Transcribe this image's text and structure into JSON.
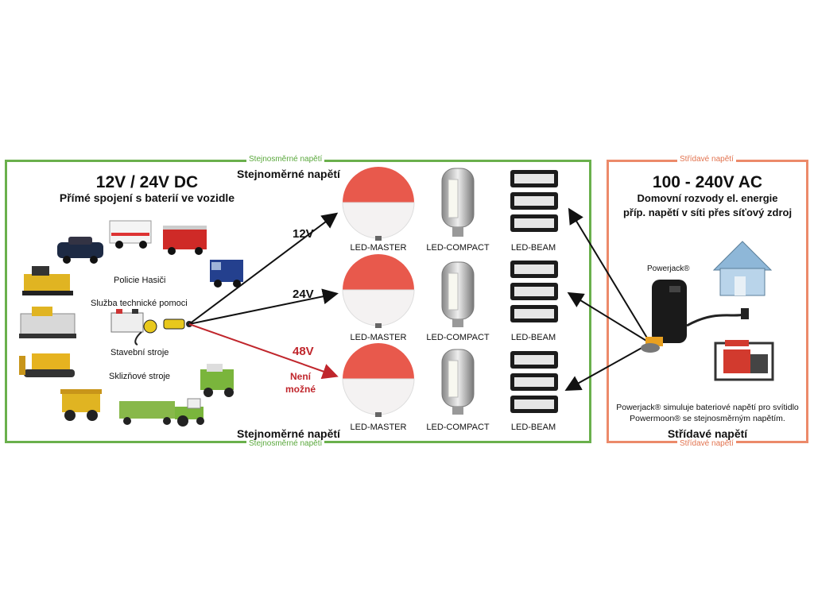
{
  "dc": {
    "frame_label_top": "Stejnosměrné napětí",
    "frame_label_bottom": "Stejnosměrné napětí",
    "title": "12V / 24V DC",
    "subtitle": "Přímé spojení s baterií ve vozidle",
    "heading_top": "Stejnoměrné napětí",
    "heading_bottom": "Stejnoměrné napětí",
    "label_police": "Policie Hasiči",
    "label_technical": "Služba technické pomoci",
    "label_construction": "Stavební stroje",
    "label_harvest": "Sklizňové stroje",
    "voltage_12": "12V",
    "voltage_24": "24V",
    "voltage_48": "48V",
    "not_possible_1": "Není",
    "not_possible_2": "možné"
  },
  "lamps": {
    "master": "LED-MASTER",
    "compact": "LED-COMPACT",
    "beam": "LED-BEAM"
  },
  "ac": {
    "frame_label_top": "Střídavé napětí",
    "frame_label_bottom": "Střídavé napětí",
    "title": "100 - 240V AC",
    "subtitle_1": "Domovní rozvody el. energie",
    "subtitle_2": "příp. napětí v síti přes síťový zdroj",
    "powerjack_label": "Powerjack®",
    "note_1": "Powerjack® simuluje bateriové napětí pro svítidlo",
    "note_2": "Powermoon® se stejnosměrným napětím.",
    "bottom_heading": "Střídavé napětí"
  },
  "colors": {
    "dc_frame": "#6ab04c",
    "ac_frame": "#ec8a6a",
    "arrow_ok": "#111111",
    "arrow_bad": "#c0262c",
    "warning_text": "#c0262c"
  }
}
